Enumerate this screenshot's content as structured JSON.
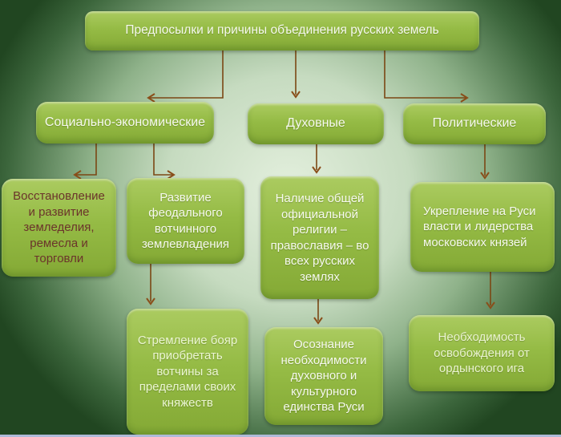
{
  "nodes": {
    "title": "Предпосылки и причины объединения русских земель",
    "social": "Социально-экономические",
    "spiritual": "Духовные",
    "political": "Политические",
    "restoration": "Восстановление и развитие земледелия, ремесла и торговли",
    "feudal": "Развитие феодального вотчинного землевладения",
    "religion": "Наличие общей официальной религии – православия – во всех русских землях",
    "moscow": "Укрепление на Руси власти и лидерства московских князей",
    "boyars": "Стремление бояр приобретать вотчины за пределами своих княжеств",
    "unity": "Осознание необходимости духовного и культурного единства Руси",
    "horde": "Необходимость освобождения от ордынского ига"
  },
  "colors": {
    "background_center": "#e3efdd",
    "background_edge": "#1c3e1c",
    "box_gradient_top": "#abcb60",
    "box_gradient_bottom": "#84a935",
    "connector": "#7b4714",
    "text_light": "#f6f9ee",
    "text_dark_red": "#6b342b",
    "text_pale_green": "#ecf6d3",
    "bottom_strip": "#aebad8"
  }
}
